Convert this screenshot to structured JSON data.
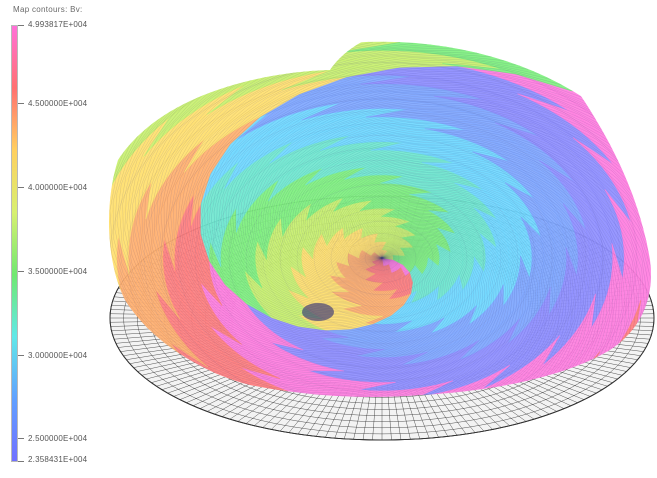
{
  "legend": {
    "title": "Map contours: Bv:",
    "ticks": [
      {
        "label": "4.993817E+004",
        "value": 49938.17
      },
      {
        "label": "4.500000E+004",
        "value": 45000
      },
      {
        "label": "4.000000E+004",
        "value": 40000
      },
      {
        "label": "3.500000E+004",
        "value": 35000
      },
      {
        "label": "3.000000E+004",
        "value": 30000
      },
      {
        "label": "2.500000E+004",
        "value": 25000
      },
      {
        "label": "2.358431E+004",
        "value": 23584.31
      }
    ],
    "colors": [
      "#ff70d8",
      "#ff7070",
      "#ffd060",
      "#d8f070",
      "#70e870",
      "#60e8e8",
      "#60a0ff",
      "#7070ff"
    ]
  },
  "view": {
    "background": "#ffffff",
    "mesh_color": "#1a1a1a",
    "blades": 5
  }
}
